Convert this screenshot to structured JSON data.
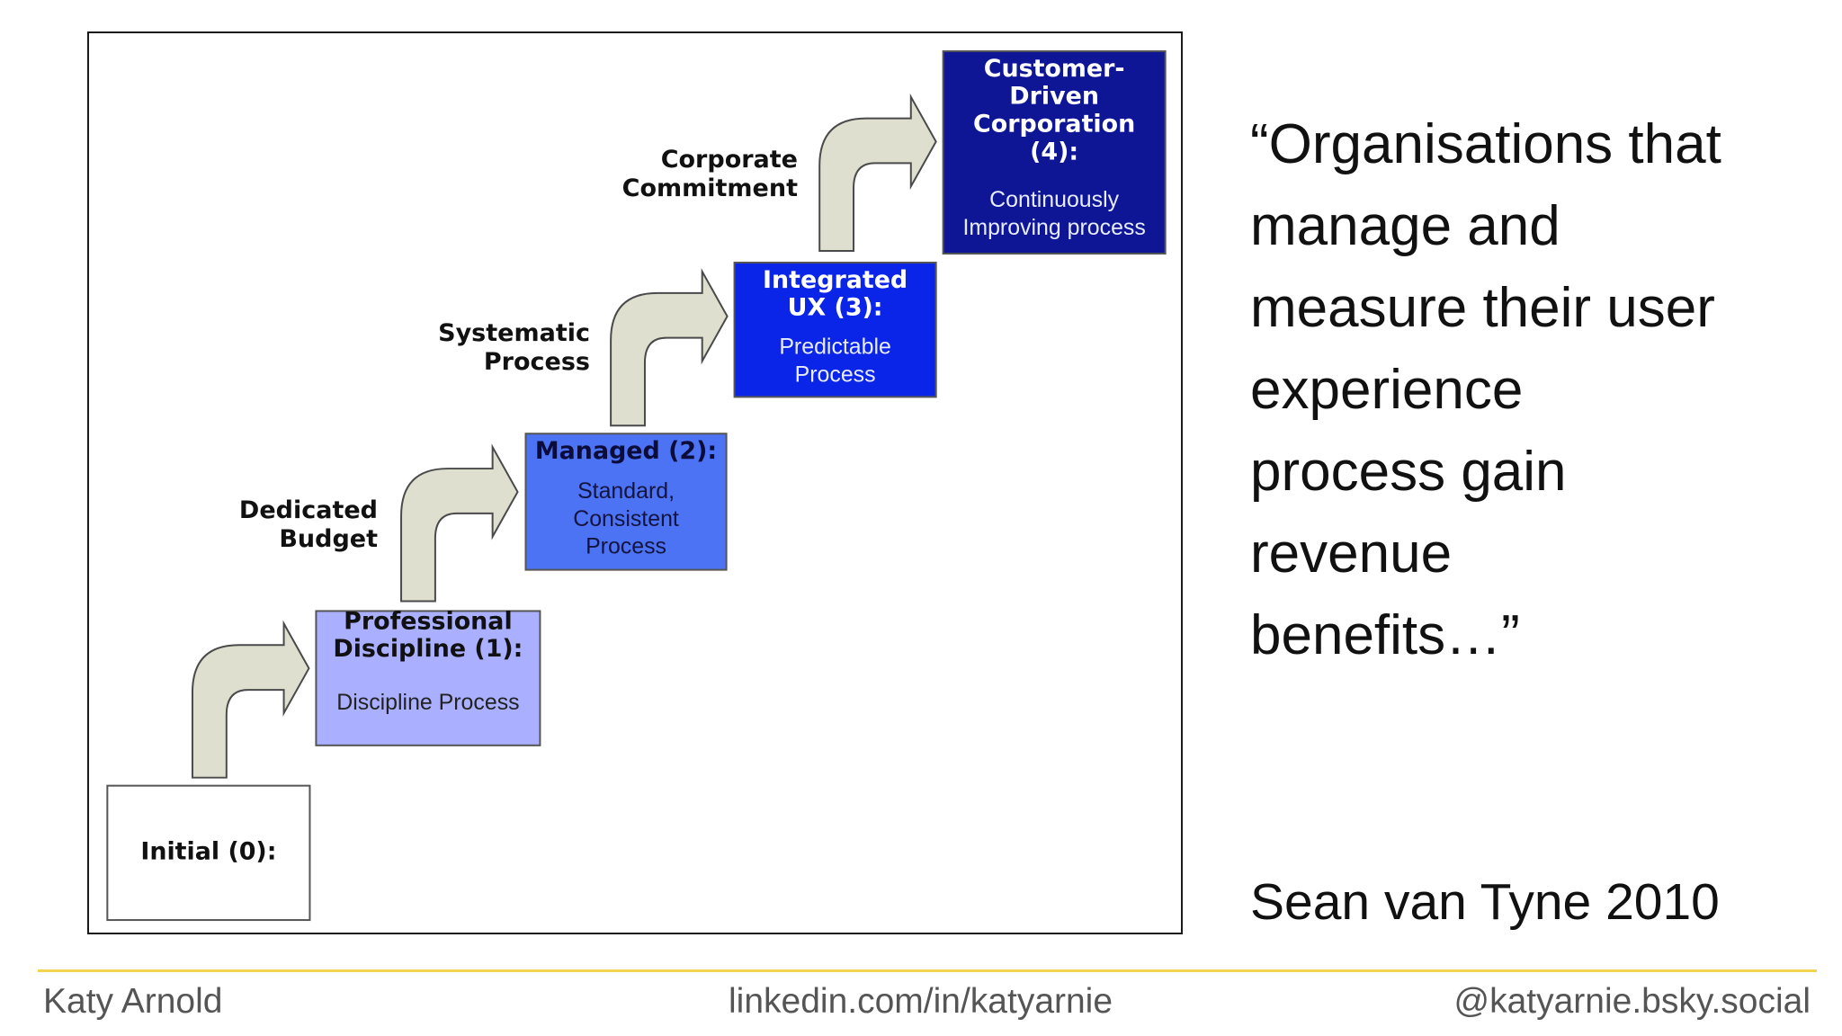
{
  "diagram": {
    "stages": [
      {
        "title": "Initial (0):",
        "subtitle": "",
        "fill": "#ffffff",
        "text_color": "#111111",
        "sub_color": "#111111"
      },
      {
        "title": "Professional Discipline (1):",
        "subtitle": "Discipline Process",
        "fill": "#aab0ff",
        "text_color": "#111111",
        "sub_color": "#222222"
      },
      {
        "title": "Managed (2):",
        "subtitle": "Standard, Consistent Process",
        "fill": "#4b73f3",
        "text_color": "#0c0c3a",
        "sub_color": "#14143f"
      },
      {
        "title": "Integrated UX (3):",
        "subtitle": "Predictable Process",
        "fill": "#0a24e8",
        "text_color": "#ffffff",
        "sub_color": "#e8ecff"
      },
      {
        "title": "Customer-Driven Corporation (4):",
        "subtitle": "Continuously Improving process",
        "fill": "#0e1696",
        "text_color": "#ffffff",
        "sub_color": "#e8ecff"
      }
    ],
    "step_labels": [
      "",
      "Dedicated\nBudget",
      "Systematic\nProcess",
      "Corporate\nCommitment"
    ],
    "arrow_color": "#dedfcf"
  },
  "quote": "“Organisations that\nmanage and\nmeasure their user\nexperience\nprocess gain\nrevenue\nbenefits…”",
  "attribution": "Sean van Tyne 2010",
  "footer": {
    "name": "Katy Arnold",
    "link": "linkedin.com/in/katyarnie",
    "handle": "@katyarnie.bsky.social",
    "rule_color": "#f2d44d"
  }
}
